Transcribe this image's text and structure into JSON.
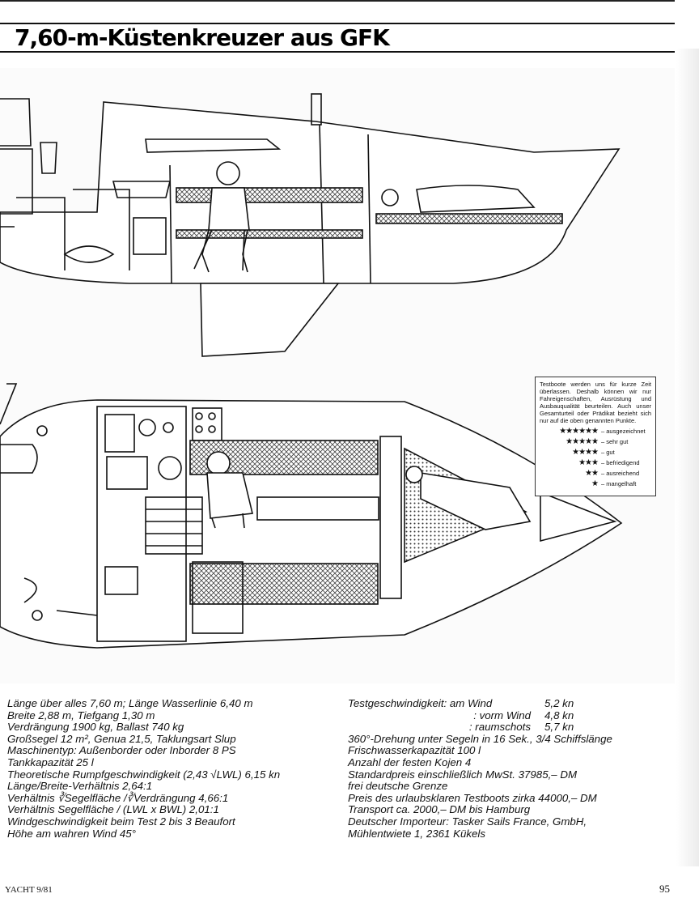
{
  "header": {
    "title": "7,60-m-Küstenkreuzer aus GFK"
  },
  "rating": {
    "note": "Testboote werden uns für kurze Zeit überlassen. Deshalb können wir nur Fahreigenschaften, Ausrüstung und Ausbauqualität beurteilen. Auch unser Gesamturteil oder Prädikat bezieht sich nur auf die oben genannten Punkte.",
    "levels": [
      {
        "stars": "★★★★★★",
        "label": "– ausgezeichnet"
      },
      {
        "stars": "★★★★★",
        "label": "– sehr gut"
      },
      {
        "stars": "★★★★",
        "label": "– gut"
      },
      {
        "stars": "★★★",
        "label": "– befriedigend"
      },
      {
        "stars": "★★",
        "label": "– ausreichend"
      },
      {
        "stars": "★",
        "label": "– mangelhaft"
      }
    ]
  },
  "specs_left": [
    "Länge über alles 7,60 m; Länge Wasserlinie 6,40 m",
    "Breite 2,88 m, Tiefgang 1,30 m",
    "Verdrängung 1900 kg, Ballast 740 kg",
    "Großsegel 12 m², Genua 21,5, Taklungsart Slup",
    "Maschinentyp: Außenborder oder Inborder 8 PS",
    "Tankkapazität 25 l",
    "Theoretische Rumpfgeschwindigkeit (2,43 √LWL) 6,15 kn",
    "Länge/Breite-Verhältnis 2,64:1",
    "Verhältnis ∛Segelfläche /∛Verdrängung 4,66:1",
    "Verhältnis Segelfläche / (LWL x BWL) 2,01:1",
    "Windgeschwindigkeit beim Test 2 bis 3 Beaufort",
    "Höhe am wahren Wind 45°"
  ],
  "speed": {
    "rows": [
      {
        "label": "Testgeschwindigkeit: am Wind",
        "value": "5,2 kn"
      },
      {
        "label": ": vorm Wind",
        "value": "4,8 kn"
      },
      {
        "label": ": raumschots",
        "value": "5,7 kn"
      }
    ]
  },
  "specs_right": [
    "360°-Drehung unter Segeln in 16 Sek., 3/4 Schiffslänge",
    "Frischwasserkapazität 100 l",
    "Anzahl der festen Kojen 4",
    "Standardpreis einschließlich MwSt. 37985,– DM",
    "frei deutsche Grenze",
    "Preis des urlaubsklaren Testboots zirka 44000,– DM",
    "Transport ca. 2000,– DM bis Hamburg",
    "Deutscher Importeur: Tasker Sails France, GmbH,",
    "Mühlentwiete 1, 2361 Kükels"
  ],
  "footer": {
    "left": "YACHT 9/81",
    "page_number": "95"
  }
}
